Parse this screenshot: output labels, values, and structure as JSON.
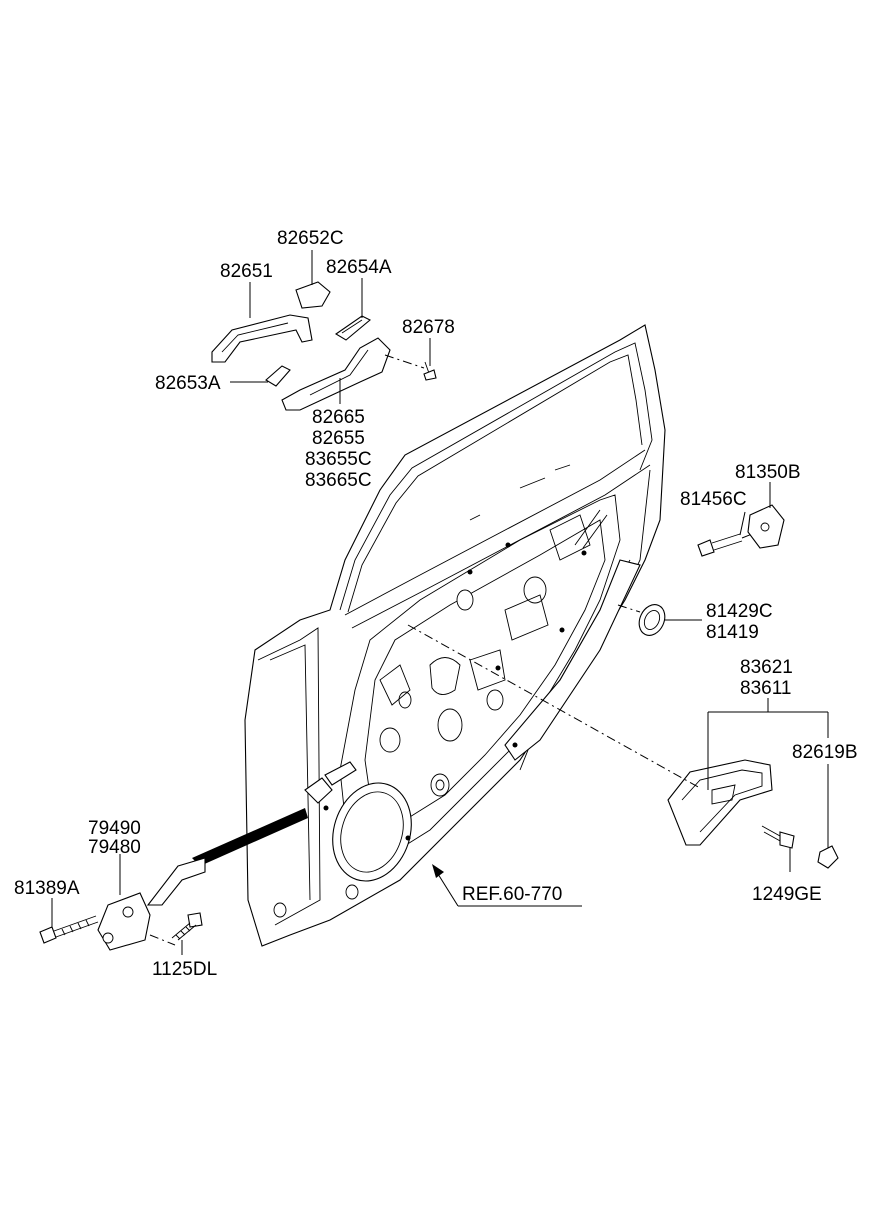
{
  "labels": {
    "p82652C": "82652C",
    "p82651": "82651",
    "p82654A": "82654A",
    "p82678": "82678",
    "p82653A": "82653A",
    "p82665": "82665",
    "p82655": "82655",
    "p83655C": "83655C",
    "p83665C": "83665C",
    "p81350B": "81350B",
    "p81456C": "81456C",
    "p81429C": "81429C",
    "p81419": "81419",
    "p83621": "83621",
    "p83611": "83611",
    "p82619B": "82619B",
    "p1249GE": "1249GE",
    "p79490": "79490",
    "p79480": "79480",
    "p81389A": "81389A",
    "p1125DL": "1125DL",
    "ref": "REF.60-770"
  }
}
